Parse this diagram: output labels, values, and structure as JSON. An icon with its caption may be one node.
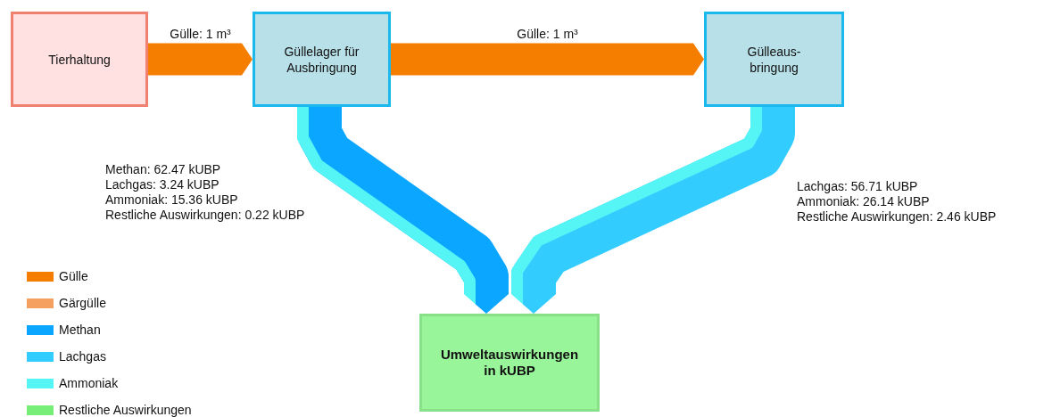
{
  "diagram": {
    "nodes": [
      {
        "text": [
          "Tierhaltung"
        ]
      },
      {
        "text": [
          "Güllelager für Ausbringung"
        ]
      },
      {
        "text": [
          "Gülleaus- bringung"
        ]
      },
      {
        "text": [
          "Umweltauswirkungen in kUBP"
        ]
      }
    ],
    "edges": [
      {
        "from": 0,
        "to": 1,
        "arrow": "to",
        "label": "Gülle: 1 m³",
        "color": "#f57d00"
      },
      {
        "from": 1,
        "to": 2,
        "arrow": "to",
        "label": "Gülle: 1 m³",
        "color": "#f57d00"
      },
      {
        "from": 1,
        "to": 3,
        "arrow": "to",
        "color": "#0aa6ff"
      },
      {
        "from": 2,
        "to": 3,
        "arrow": "to",
        "color": "#33ccff"
      }
    ],
    "labels": [
      "Methan: 62.47 kUBP",
      "Lachgas: 3.24 kUBP",
      "Ammoniak: 15.36 kUBP",
      "Restliche Auswirkungen: 0.22 kUBP",
      "Lachgas: 56.71 kUBP",
      "Ammoniak: 26.14 kUBP",
      "Restliche Auswirkungen: 2.46 kUBP"
    ],
    "legend": [
      {
        "text": "Gülle",
        "color": "#f57d00"
      },
      {
        "text": "Gärgülle",
        "color": "#f5a060"
      },
      {
        "text": "Methan",
        "color": "#0aa6ff"
      },
      {
        "text": "Lachgas",
        "color": "#33ccff"
      },
      {
        "text": "Ammoniak",
        "color": "#55f5f5"
      },
      {
        "text": "Restliche Auswirkungen",
        "color": "#77ee77"
      }
    ]
  }
}
